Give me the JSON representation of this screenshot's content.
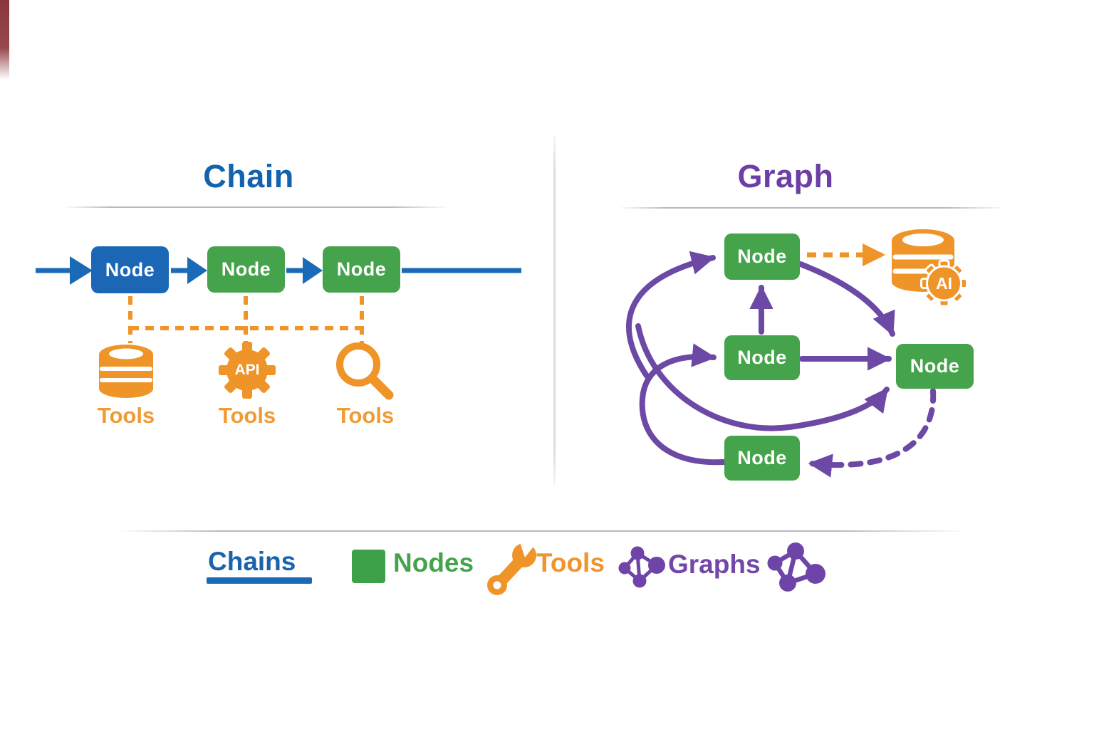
{
  "colors": {
    "blue": "#1b67b6",
    "green": "#44a34b",
    "orange": "#ef9429",
    "purple": "#6c49a4",
    "divider_gray": "#dcdce2"
  },
  "chain": {
    "title": "Chain",
    "nodes": [
      {
        "label": "Node",
        "color": "blue"
      },
      {
        "label": "Node",
        "color": "green"
      },
      {
        "label": "Node",
        "color": "green"
      }
    ],
    "tools": [
      {
        "label": "Tools",
        "icon": "database-icon"
      },
      {
        "label": "Tools",
        "icon": "api-gear-icon",
        "icon_text": "API"
      },
      {
        "label": "Tools",
        "icon": "search-icon"
      }
    ]
  },
  "graph": {
    "title": "Graph",
    "nodes": [
      {
        "label": "Node",
        "position": "top"
      },
      {
        "label": "Node",
        "position": "middle"
      },
      {
        "label": "Node",
        "position": "bottom"
      },
      {
        "label": "Node",
        "position": "right"
      }
    ],
    "ai_store": {
      "icon": "database-ai-icon",
      "label": "AI"
    }
  },
  "legend": {
    "items": [
      {
        "label": "Chains",
        "color": "blue",
        "active": true
      },
      {
        "label": "Nodes",
        "icon": "node-square-icon",
        "color": "green"
      },
      {
        "label": "Tools",
        "icon": "wrench-icon",
        "color": "orange"
      },
      {
        "label": "Graphs",
        "icon": "network-icon",
        "color": "purple"
      },
      {
        "label": "",
        "icon": "network-icon-large",
        "color": "purple"
      }
    ]
  }
}
